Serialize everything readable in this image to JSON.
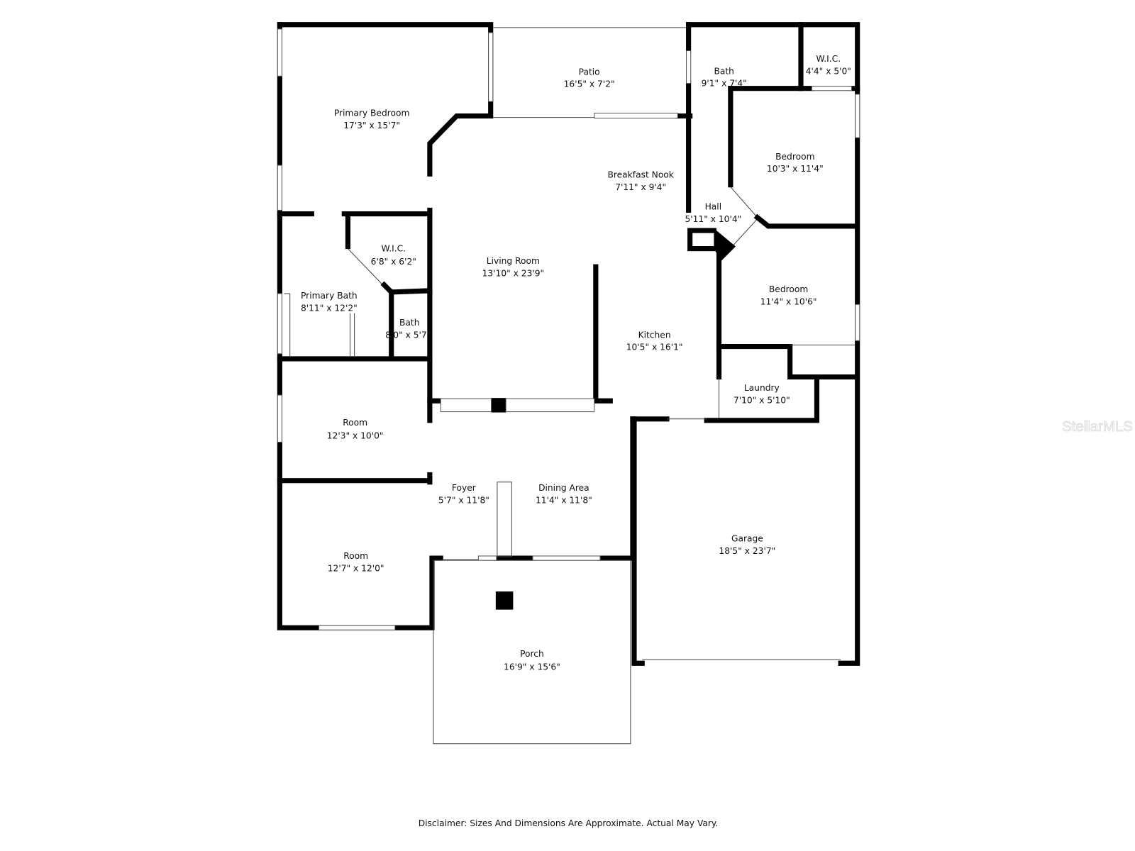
{
  "rooms": [
    {
      "name": "Primary Bedroom",
      "size": "17'3\" x 15'7\""
    },
    {
      "name": "Patio",
      "size": "16'5\" x 7'2\""
    },
    {
      "name": "Bath",
      "size": "9'1\" x 7'4\""
    },
    {
      "name": "W.I.C.",
      "size": "4'4\" x 5'0\""
    },
    {
      "name": "Bedroom",
      "size": "10'3\" x 11'4\""
    },
    {
      "name": "Breakfast Nook",
      "size": "7'11\" x 9'4\""
    },
    {
      "name": "Hall",
      "size": "5'11\" x 10'4\""
    },
    {
      "name": "W.I.C.",
      "size": "6'8\" x 6'2\""
    },
    {
      "name": "Living Room",
      "size": "13'10\" x 23'9\""
    },
    {
      "name": "Bedroom",
      "size": "11'4\" x 10'6\""
    },
    {
      "name": "Primary Bath",
      "size": "8'11\" x 12'2\""
    },
    {
      "name": "Bath",
      "size": "8'0\" x 5'7\""
    },
    {
      "name": "Kitchen",
      "size": "10'5\" x 16'1\""
    },
    {
      "name": "Laundry",
      "size": "7'10\" x 5'10\""
    },
    {
      "name": "Room",
      "size": "12'3\" x 10'0\""
    },
    {
      "name": "Foyer",
      "size": "5'7\" x 11'8\""
    },
    {
      "name": "Dining Area",
      "size": "11'4\" x 11'8\""
    },
    {
      "name": "Garage",
      "size": "18'5\" x 23'7\""
    },
    {
      "name": "Room",
      "size": "12'7\" x 12'0\""
    },
    {
      "name": "Porch",
      "size": "16'9\" x 15'6\""
    }
  ],
  "watermark": "StellarMLS",
  "disclaimer": "Disclaimer: Sizes And Dimensions Are Approximate. Actual May Vary."
}
